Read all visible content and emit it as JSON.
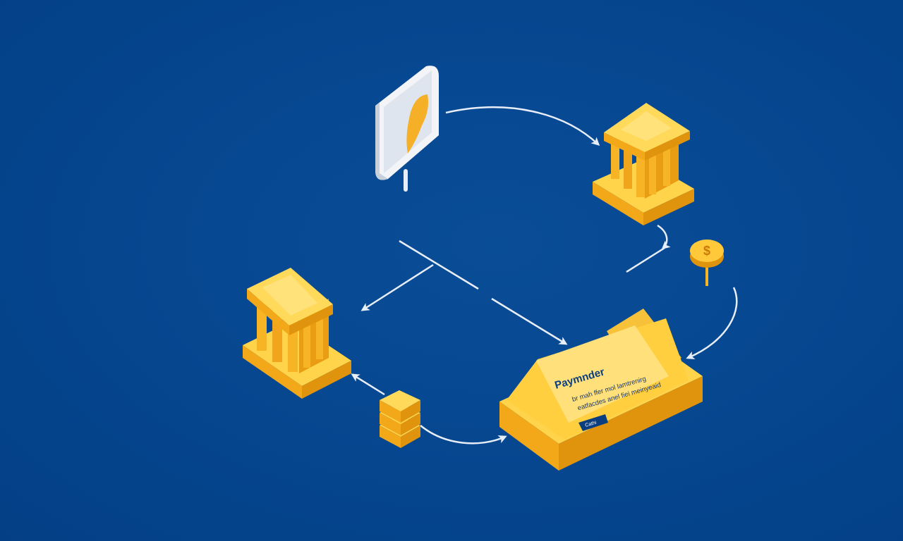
{
  "colors": {
    "background": "#05468f",
    "gold_light": "#ffd44a",
    "gold_mid": "#f7b526",
    "gold_dark": "#e09a10",
    "arrow": "#e8eef7",
    "card_white": "#f2f4f8",
    "button_navy": "#0b3e80"
  },
  "payment_card": {
    "title": "Paymnder",
    "body_line1": "br mah ffer mol lamtrenirg",
    "body_line2": "eatfacdes anel fiei meinyeaid",
    "button_label": "Cathi"
  },
  "coin": {
    "symbol": "$"
  },
  "icons": {
    "phone": "phone-card-icon",
    "bank_top": "bank-icon",
    "bank_left": "bank-icon",
    "coin_pin": "dollar-coin-pin-icon",
    "stack": "coin-stack-icon",
    "card": "payment-card-icon"
  }
}
